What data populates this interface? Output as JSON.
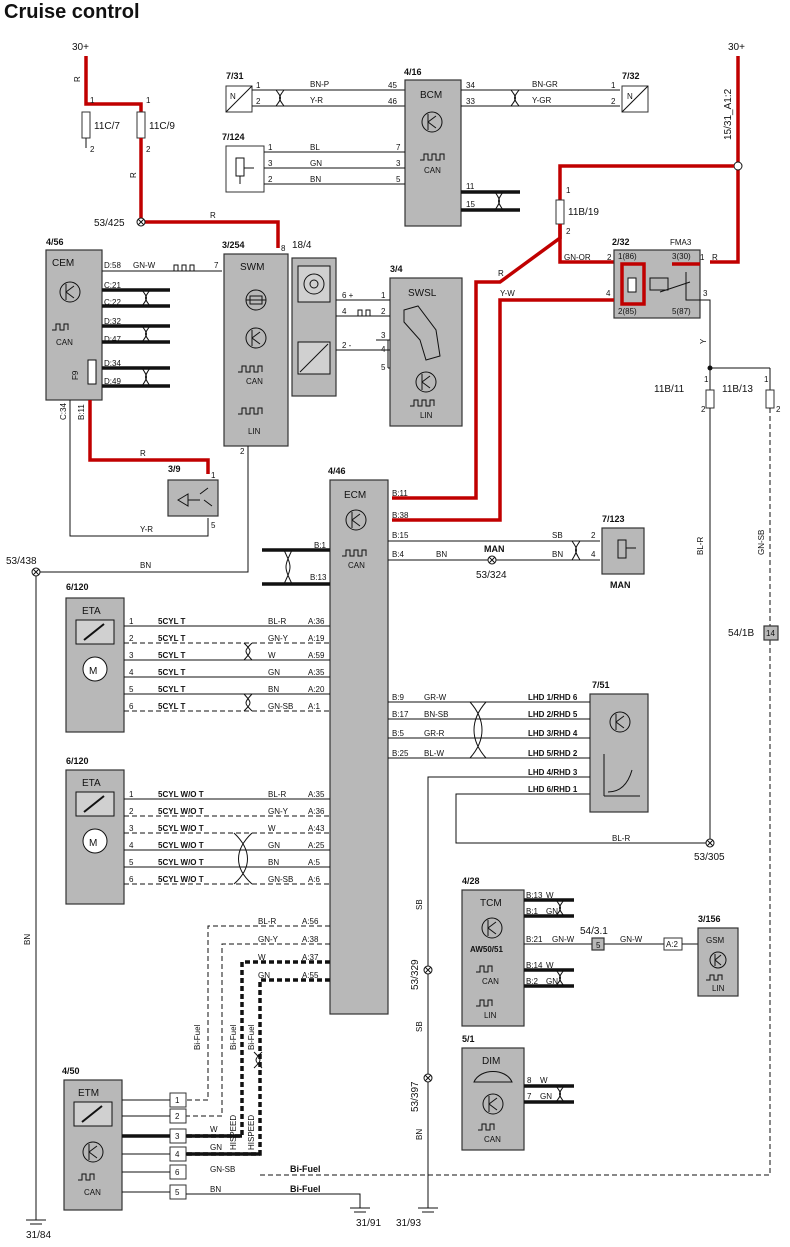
{
  "title": "Cruise control",
  "supply": {
    "left": "30+",
    "right": "30+"
  },
  "fuses": {
    "f1": "11C/7",
    "f2": "11C/9",
    "f3": "11B/19",
    "f4": "11B/11",
    "f5": "11B/13"
  },
  "grounds": {
    "g425": "53/425",
    "g438": "53/438",
    "g324": "53/324",
    "g305": "53/305",
    "g329": "53/329",
    "g397": "53/397",
    "g84": "31/84",
    "g91": "31/91",
    "g93": "31/93"
  },
  "refs": {
    "r1531": "15/31_A1:2",
    "r543": "54/3.1",
    "r541b": "54/1B",
    "r541b_pin": "14",
    "a2": "A:2"
  },
  "components": {
    "c731": {
      "id": "7/31",
      "sym": "N"
    },
    "c732": {
      "id": "7/32",
      "sym": "N"
    },
    "c7124": {
      "id": "7/124"
    },
    "c416": {
      "id": "4/16",
      "name": "BCM"
    },
    "c456": {
      "id": "4/56",
      "name": "CEM",
      "fuse": "F9"
    },
    "c3254": {
      "id": "3/254",
      "name": "SWM"
    },
    "c184": {
      "id": "18/4"
    },
    "c34": {
      "id": "3/4",
      "name": "SWSL"
    },
    "c232": {
      "id": "2/32",
      "name": "FMA3"
    },
    "c39": {
      "id": "3/9"
    },
    "c446": {
      "id": "4/46",
      "name": "ECM"
    },
    "c7123": {
      "id": "7/123",
      "name": "MAN"
    },
    "c6120a": {
      "id": "6/120",
      "name": "ETA",
      "motor": "M"
    },
    "c6120b": {
      "id": "6/120",
      "name": "ETA",
      "motor": "M"
    },
    "c751": {
      "id": "7/51"
    },
    "c428": {
      "id": "4/28",
      "name": "TCM",
      "sub": "AW50/51"
    },
    "c3156": {
      "id": "3/156",
      "name": "GSM"
    },
    "c51": {
      "id": "5/1",
      "name": "DIM"
    },
    "c450": {
      "id": "4/50",
      "name": "ETM"
    }
  },
  "bus": {
    "can": "CAN",
    "lin": "LIN"
  },
  "bcm_wires": [
    {
      "color": "BN-P",
      "pin_l": "1",
      "pin_r": "45"
    },
    {
      "color": "Y-R",
      "pin_l": "2",
      "pin_r": "46"
    },
    {
      "color": "BN-GR",
      "pin_l": "34",
      "pin_r": "1"
    },
    {
      "color": "Y-GR",
      "pin_l": "33",
      "pin_r": "2"
    }
  ],
  "sensor_wires": [
    {
      "color": "BL",
      "pin_l": "1",
      "pin_r": "7"
    },
    {
      "color": "GN",
      "pin_l": "3",
      "pin_r": "3"
    },
    {
      "color": "BN",
      "pin_l": "2",
      "pin_r": "5"
    }
  ],
  "bcm_can": [
    "11",
    "15"
  ],
  "cem_pins": [
    "D:58",
    "C:21",
    "C:22",
    "D:32",
    "D:47",
    "D:34",
    "D:49",
    "C:34",
    "B:11"
  ],
  "cem_wire": "GN-W",
  "swm_pins": [
    "7",
    "8",
    "2"
  ],
  "swsl_pins": [
    "1",
    "2",
    "3",
    "4",
    "5",
    "6 +",
    "4",
    "2 -"
  ],
  "relay_pins": [
    "1(86)",
    "3(30)",
    "2(85)",
    "5(87)",
    "2",
    "1",
    "4",
    "3"
  ],
  "relay_wires": {
    "in": "GN-OR",
    "out": "R",
    "y": "Y",
    "yw": "Y-W",
    "r": "R"
  },
  "switch_39": {
    "pin_top": "1",
    "pin_bot": "5",
    "wire": "Y-R",
    "wire_r": "R"
  },
  "ecm_b_pins": [
    "B:11",
    "B:38",
    "B:15",
    "B:4",
    "B:1",
    "B:13",
    "B:9",
    "B:17",
    "B:5",
    "B:25"
  ],
  "man_wires": [
    {
      "color": "SB",
      "pin": "2"
    },
    {
      "color": "BN",
      "pin": "4"
    }
  ],
  "man_label": "MAN",
  "eta1_rows": [
    {
      "pin": "1",
      "variant": "5CYL T",
      "color": "BL-R",
      "ecm": "A:36"
    },
    {
      "pin": "2",
      "variant": "5CYL T",
      "color": "GN-Y",
      "ecm": "A:19"
    },
    {
      "pin": "3",
      "variant": "5CYL T",
      "color": "W",
      "ecm": "A:59"
    },
    {
      "pin": "4",
      "variant": "5CYL T",
      "color": "GN",
      "ecm": "A:35"
    },
    {
      "pin": "5",
      "variant": "5CYL T",
      "color": "BN",
      "ecm": "A:20"
    },
    {
      "pin": "6",
      "variant": "5CYL T",
      "color": "GN-SB",
      "ecm": "A:1"
    }
  ],
  "eta2_rows": [
    {
      "pin": "1",
      "variant": "5CYL W/O T",
      "color": "BL-R",
      "ecm": "A:35"
    },
    {
      "pin": "2",
      "variant": "5CYL W/O T",
      "color": "GN-Y",
      "ecm": "A:36"
    },
    {
      "pin": "3",
      "variant": "5CYL W/O T",
      "color": "W",
      "ecm": "A:43"
    },
    {
      "pin": "4",
      "variant": "5CYL W/O T",
      "color": "GN",
      "ecm": "A:25"
    },
    {
      "pin": "5",
      "variant": "5CYL W/O T",
      "color": "BN",
      "ecm": "A:5"
    },
    {
      "pin": "6",
      "variant": "5CYL W/O T",
      "color": "GN-SB",
      "ecm": "A:6"
    }
  ],
  "sensor751_rows": [
    {
      "ecm": "B:9",
      "color": "GR-W",
      "side": "LHD 1/RHD 6"
    },
    {
      "ecm": "B:17",
      "color": "BN-SB",
      "side": "LHD 2/RHD 5"
    },
    {
      "ecm": "B:5",
      "color": "GR-R",
      "side": "LHD 3/RHD 4"
    },
    {
      "ecm": "B:25",
      "color": "BL-W",
      "side": "LHD 5/RHD 2"
    },
    {
      "ecm": "",
      "color": "",
      "side": "LHD 4/RHD 3"
    },
    {
      "ecm": "",
      "color": "",
      "side": "LHD 6/RHD 1"
    }
  ],
  "ecm_a_rows": [
    {
      "color": "BL-R",
      "ecm": "A:56"
    },
    {
      "color": "GN-Y",
      "ecm": "A:38"
    },
    {
      "color": "W",
      "ecm": "A:37"
    },
    {
      "color": "GN",
      "ecm": "A:55"
    }
  ],
  "tcm_pins": [
    {
      "pin": "B:13",
      "color": "W"
    },
    {
      "pin": "B:1",
      "color": "GN"
    },
    {
      "pin": "B:21",
      "color": "GN-W"
    },
    {
      "pin": "B:14",
      "color": "W"
    },
    {
      "pin": "B:2",
      "color": "GN"
    }
  ],
  "gsm_wire": "GN-W",
  "dim_pins": [
    {
      "pin": "8",
      "color": "W"
    },
    {
      "pin": "7",
      "color": "GN"
    }
  ],
  "etm_pins": [
    "1",
    "2",
    "3",
    "4",
    "6",
    "5"
  ],
  "etm_wires": [
    {
      "color": "W"
    },
    {
      "color": "GN"
    },
    {
      "color": "GN-SB",
      "tag": "Bi-Fuel"
    },
    {
      "color": "BN",
      "tag": "Bi-Fuel"
    }
  ],
  "vert_labels": {
    "bifuel": "Bi-Fuel",
    "hispeed": "HISPEED",
    "bn": "BN",
    "sb": "SB",
    "blr": "BL-R",
    "gnsb": "GN-SB",
    "y": "Y",
    "r": "R"
  }
}
